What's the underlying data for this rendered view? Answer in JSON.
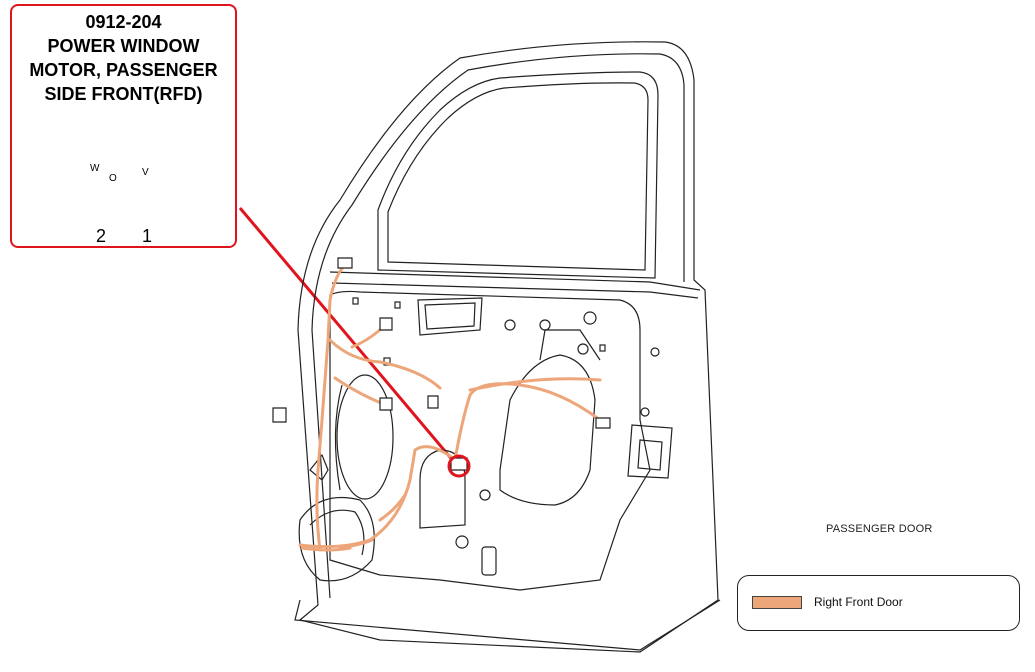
{
  "callout": {
    "title_lines": [
      "0912-204",
      "POWER WINDOW",
      "MOTOR, PASSENGER",
      "SIDE FRONT(RFD)"
    ],
    "pins": [
      {
        "number": "2",
        "wires": [
          "W",
          "O"
        ],
        "colors": [
          "#ffffff",
          "#e87722"
        ]
      },
      {
        "number": "1",
        "wires": [
          "V"
        ],
        "colors": [
          "#7b2cf0"
        ]
      }
    ],
    "border_color": "#e0141c"
  },
  "view_label": "PASSENGER DOOR",
  "legend": {
    "items": [
      {
        "label": "Right Front Door",
        "color": "#eda57a"
      }
    ]
  },
  "harness_color": "#eda57a"
}
